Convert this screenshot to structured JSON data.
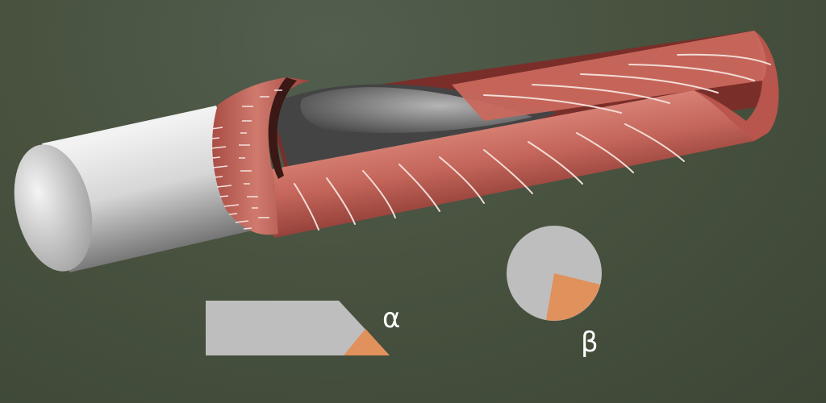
{
  "labels": {
    "alpha": "α",
    "beta": "β"
  },
  "colors": {
    "background": "#48523f",
    "rod": "#c8c8c8",
    "sleeve": "#c4655a",
    "sleeve_dark": "#7e2f2a",
    "wedge": "#e0915c",
    "shape_gray": "#bebebe",
    "stripe": "#f2dcd6"
  },
  "icons": {
    "rod": "cylinder-rod",
    "sleeve": "helical-sleeve",
    "shape_alpha": "beveled-rectangle-with-wedge",
    "shape_beta": "circle-with-sector"
  }
}
